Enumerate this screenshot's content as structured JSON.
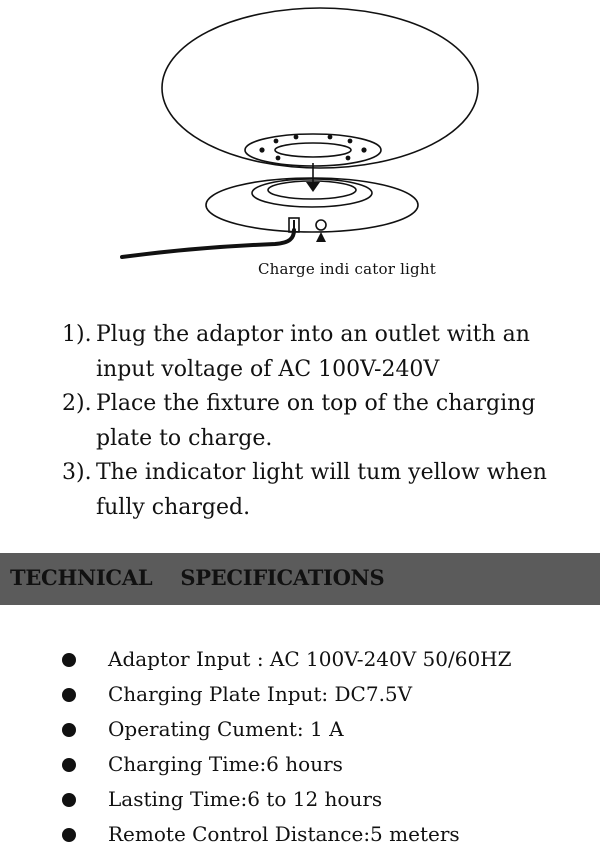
{
  "illustration": {
    "caption": "Charge indi cator light",
    "icons": [
      "lamp-globe-icon",
      "charging-plate-icon",
      "power-cord-icon",
      "indicator-light-icon"
    ]
  },
  "instructions": [
    {
      "num": "1).",
      "text": "Plug the adaptor into an outlet with an input voltage of AC 100V-240V"
    },
    {
      "num": "2).",
      "text": "Place the fixture on top of the charging plate to charge."
    },
    {
      "num": "3).",
      "text": "The indicator light will tum yellow when fully charged."
    }
  ],
  "specs_header": {
    "title": "TECHNICAL    SPECIFICATIONS"
  },
  "specs": [
    "Adaptor  Input : AC  100V-240V  50/60HZ",
    "Charging  Plate  Input: DC7.5V",
    "Operating  Cument:  1 A",
    "Charging Time:6 hours",
    "Lasting Time:6 to 12 hours",
    "Remote Control Distance:5 meters"
  ],
  "colors": {
    "header_bar": "#5b5b5b",
    "ink": "#111111"
  }
}
